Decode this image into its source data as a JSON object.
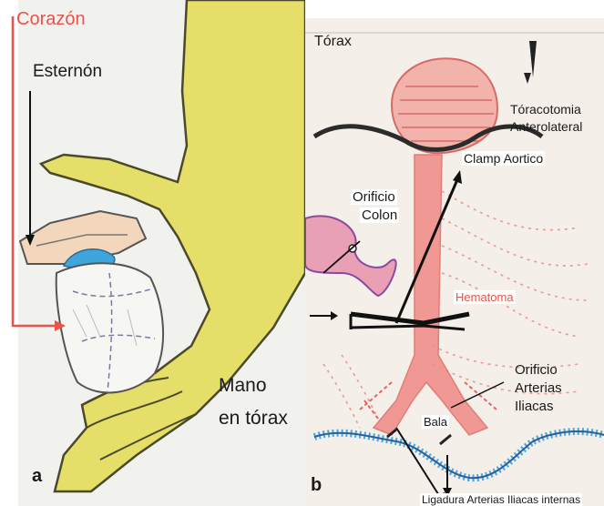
{
  "panel_a": {
    "title": "Corazón",
    "sternum": "Esternón",
    "hand_line1": "Mano",
    "hand_line2": "en tórax",
    "letter": "a"
  },
  "panel_b": {
    "thorax": "Tórax",
    "thoracotomy_line1": "Tóracotomia",
    "thoracotomy_line2": "Anterolateral",
    "clamp": "Clamp Aortico",
    "colon_line1": "Orificio",
    "colon_line2": "Colon",
    "hematoma": "Hematoma",
    "iliac_line1": "Orificio",
    "iliac_line2": "Arterias",
    "iliac_line3": "Iliacas",
    "bullet": "Bala",
    "ligation": "Ligadura Arterias Iliacas internas",
    "letter": "b"
  },
  "colors": {
    "accent_red": "#e8534a",
    "hand_yellow": "#e5df6a",
    "heart_blue": "#3fa6dd",
    "aorta_pink": "#f08a86",
    "peritoneum_blue": "#47a9d9",
    "colon_pink": "#e9a0b5"
  }
}
